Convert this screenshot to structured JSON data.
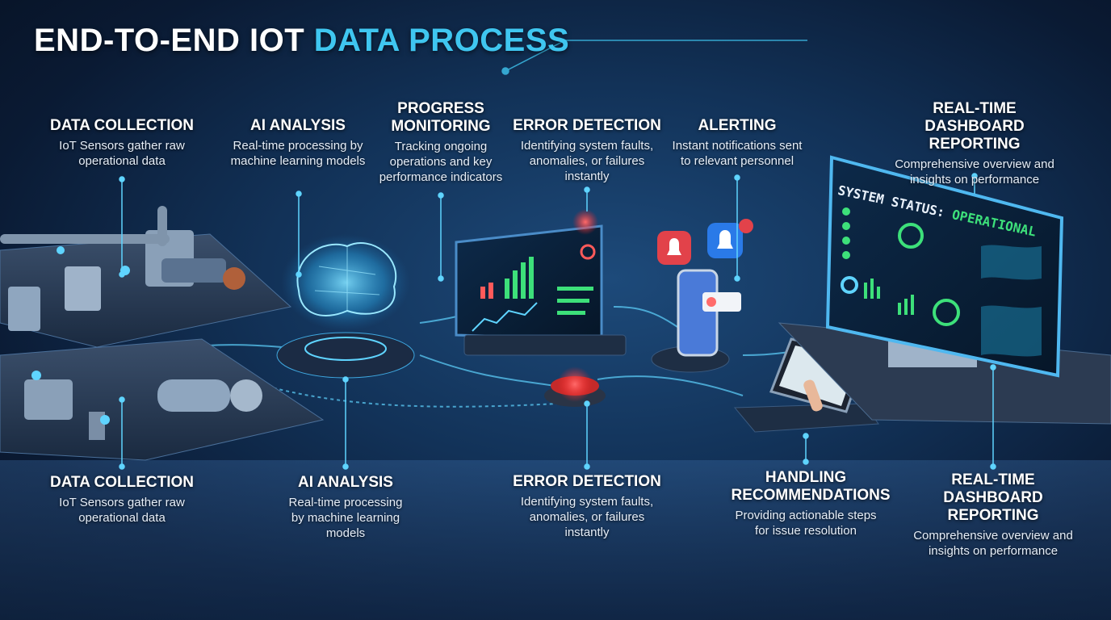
{
  "title": {
    "main": "END-TO-END IOT",
    "accent": "DATA PROCESS"
  },
  "top_steps": [
    {
      "title": "DATA COLLECTION",
      "desc": "IoT Sensors gather raw operational data"
    },
    {
      "title": "AI ANALYSIS",
      "desc": "Real-time processing by machine learning models"
    },
    {
      "title": "PROGRESS MONITORING",
      "desc": "Tracking ongoing operations and key performance indicators"
    },
    {
      "title": "ERROR DETECTION",
      "desc": "Identifying system faults, anomalies, or failures instantly"
    },
    {
      "title": "ALERTING",
      "desc": "Instant notifications sent to relevant personnel"
    },
    {
      "title": "REAL-TIME DASHBOARD REPORTING",
      "desc": "Comprehensive overview and insights on performance"
    }
  ],
  "bottom_steps": [
    {
      "title": "DATA COLLECTION",
      "desc": "IoT Sensors gather raw operational data"
    },
    {
      "title": "AI ANALYSIS",
      "desc": "Real-time processing by machine learning models"
    },
    {
      "title": "ERROR DETECTION",
      "desc": "Identifying system faults, anomalies, or failures instantly"
    },
    {
      "title": "HANDLING RECOMMENDATIONS",
      "desc": "Providing actionable steps for issue resolution"
    },
    {
      "title": "REAL-TIME DASHBOARD REPORTING",
      "desc": "Comprehensive overview and insights on performance"
    }
  ],
  "dashboard": {
    "status_label": "SYSTEM STATUS:",
    "status_value": "OPERATIONAL"
  },
  "colors": {
    "accent": "#3fc6f0",
    "alert": "#ff3b3b",
    "ok": "#3de07a"
  }
}
